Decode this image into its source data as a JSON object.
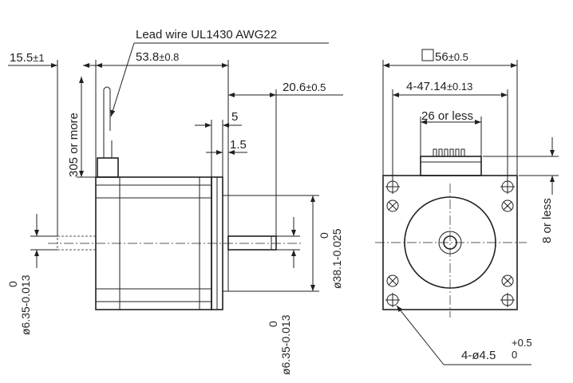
{
  "labels": {
    "lead_wire": "Lead wire UL1430 AWG22",
    "dim_15_5_a": "15.5",
    "dim_15_5_b": "±1",
    "dim_53_8_a": "53.8",
    "dim_53_8_b": "±0.8",
    "dim_20_6_a": "20.6",
    "dim_20_6_b": "±0.5",
    "dim_5": "5",
    "dim_1_5": "1.5",
    "dim_305": "305 or more",
    "dim_38_1_a": "0",
    "dim_38_1_b": "ø38.1-0.025",
    "dim_shaft_left_a": "0",
    "dim_shaft_left_b": "ø6.35-0.013",
    "dim_shaft_right_a": "0",
    "dim_shaft_right_b": "ø6.35-0.013",
    "dim_56_a": "56",
    "dim_56_b": "±0.5",
    "dim_47_14_a": "4-47.14",
    "dim_47_14_b": "±0.13",
    "dim_26": "26 or less",
    "dim_8": "8 or less",
    "dim_hole_a": "4-ø4.5",
    "dim_hole_b": "+0.5",
    "dim_hole_c": "0"
  },
  "colors": {
    "ink": "#231f20",
    "background": "#ffffff"
  }
}
